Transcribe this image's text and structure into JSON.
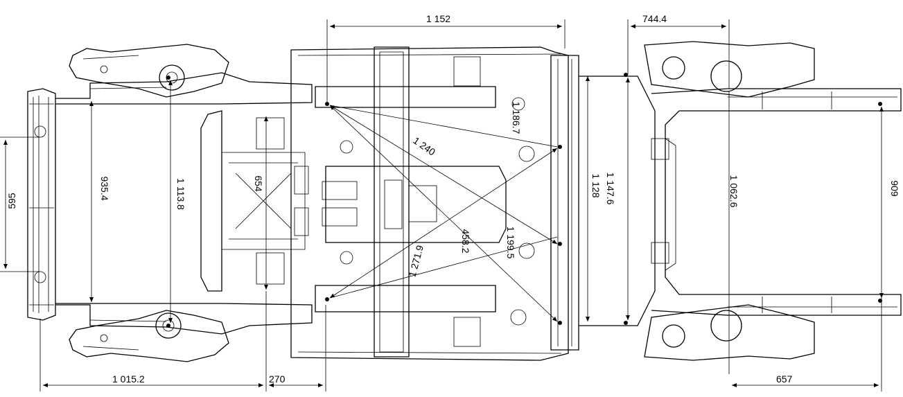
{
  "dimensions": {
    "top_center_width": "1 152",
    "top_right_width": "744.4",
    "left_height_595": "595",
    "front_track_935": "935.4",
    "front_frame_1113": "1 113.8",
    "front_diag_654": "654",
    "mid_diag_1240": "1 240",
    "mid_diag_1271": "1 271.9",
    "mid_1186": "1 186.7",
    "mid_458": "458.2",
    "mid_1199": "1 199.5",
    "mid_1128": "1 128",
    "rear_1147": "1 147.6",
    "rear_1062": "1 062.6",
    "rear_909": "909",
    "bottom_left_1015": "1 015.2",
    "bottom_270": "270",
    "bottom_657": "657"
  }
}
